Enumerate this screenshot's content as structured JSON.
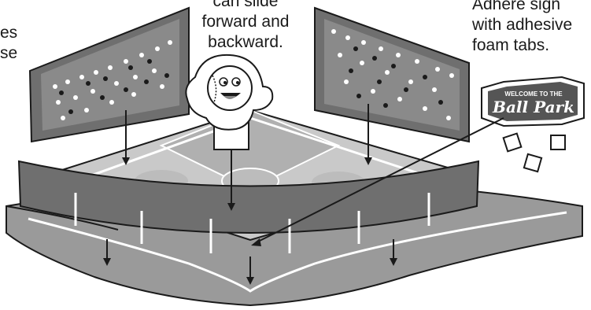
{
  "labels": {
    "left_fragment": [
      "es",
      "se"
    ],
    "center": [
      "can slide",
      "forward and",
      "backward."
    ],
    "right": [
      "Adhere sign",
      "with adhesive",
      "foam tabs."
    ]
  },
  "sign": {
    "top_text": "WELCOME TO THE",
    "main_text": "Ball Park"
  },
  "colors": {
    "outline": "#1a1a1a",
    "panel_dark": "#6f6f6f",
    "panel_mid": "#9a9a9a",
    "field_light": "#c9c9c9",
    "field_mid": "#b0b0b0",
    "sign_bg": "#555555"
  }
}
